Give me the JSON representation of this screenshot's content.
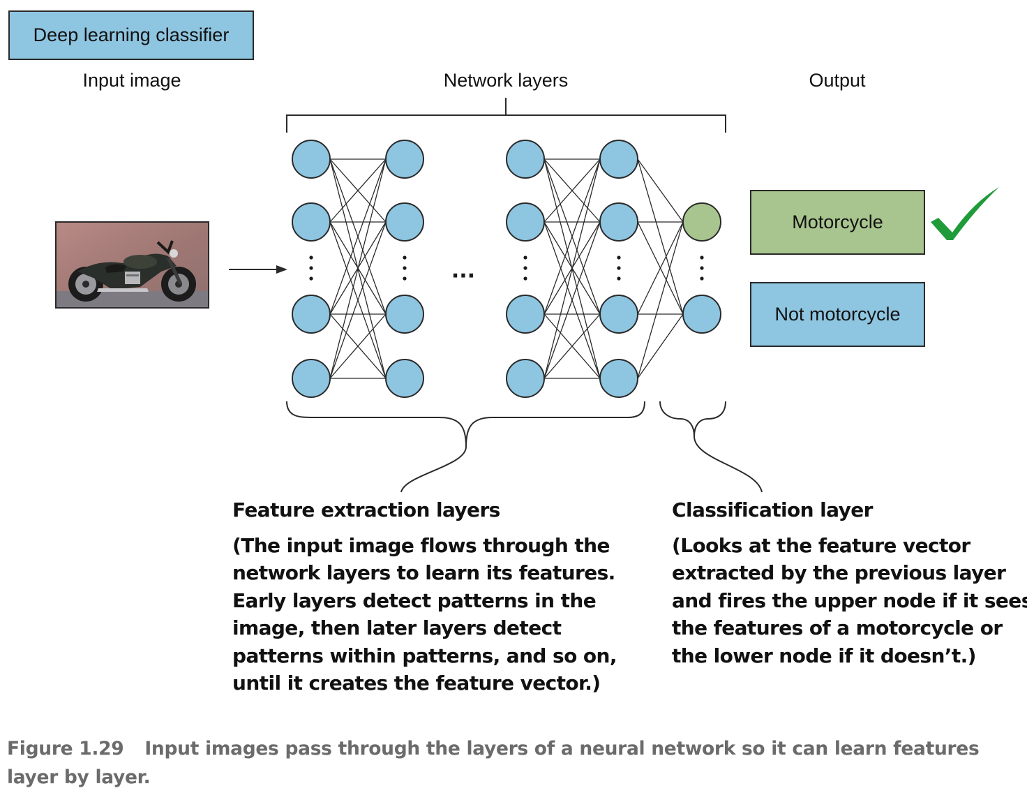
{
  "title": "Deep learning classifier",
  "labels": {
    "input": "Input image",
    "network": "Network layers",
    "output": "Output"
  },
  "outputs": {
    "positive": "Motorcycle",
    "negative": "Not motorcycle"
  },
  "ellipsis": "···",
  "feature_extraction": {
    "heading": "Feature extraction layers",
    "lines": [
      "(The input image flows through the",
      "network layers to learn its features.",
      "Early layers detect patterns in the",
      "image, then later layers detect",
      "patterns within patterns, and so on,",
      "until it creates the feature vector.)"
    ]
  },
  "classification": {
    "heading": "Classification layer",
    "lines": [
      "(Looks at the feature vector",
      "extracted by the previous layer",
      "and fires the upper node if it sees",
      "the features of a motorcycle or",
      "the lower node if it doesn’t.)"
    ]
  },
  "caption": {
    "number": "Figure 1.29",
    "line1": "Input images pass through the layers of a neural network so it can learn features",
    "line2": "layer by layer."
  },
  "colors": {
    "node_blue": "#8ec5e0",
    "node_green": "#a9c58f",
    "checkmark": "#1f9b3a",
    "caption_gray": "#6b6b6b"
  },
  "icons": {
    "checkmark": "checkmark-icon",
    "arrow": "arrow-right-icon"
  }
}
